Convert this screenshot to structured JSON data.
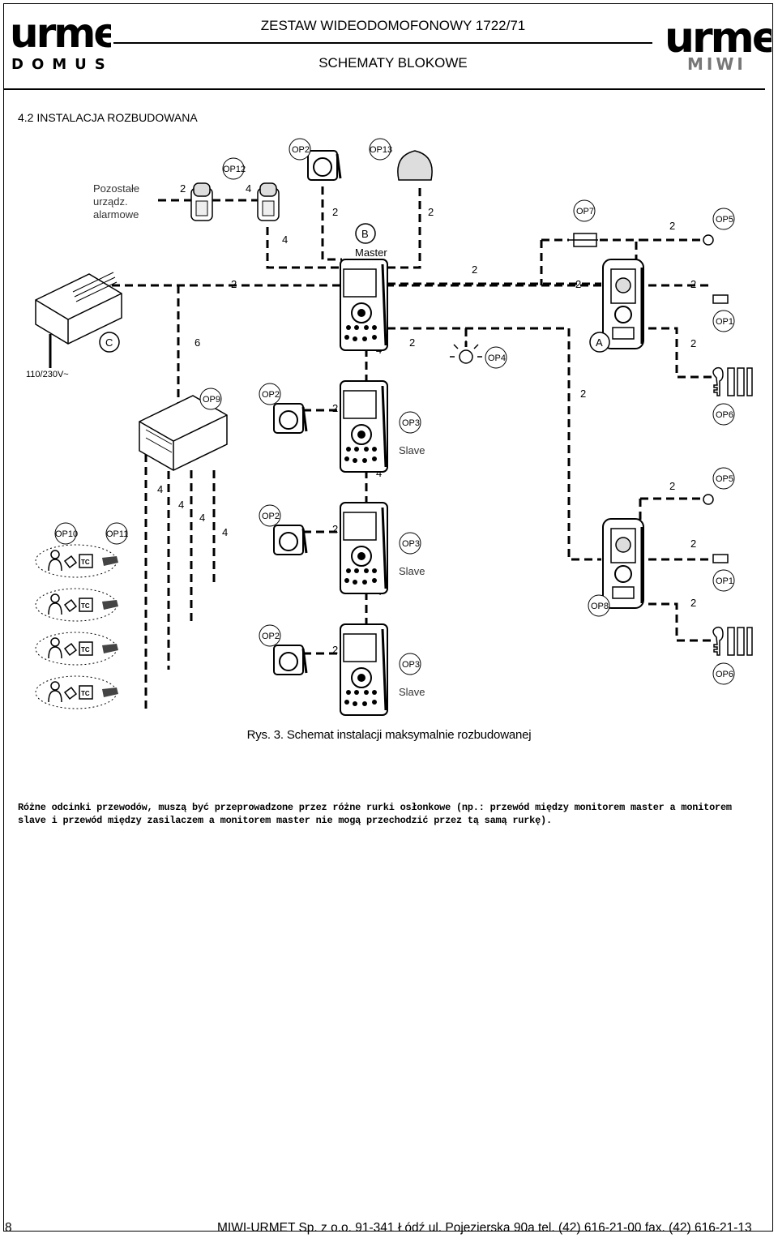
{
  "header": {
    "logo_left": {
      "brand": "urmet",
      "sub": "DOMUS"
    },
    "logo_right": {
      "brand": "urmet",
      "sub": "MIWI"
    },
    "title": "ZESTAW WIDEODOMOFONOWY 1722/71",
    "subtitle": "SCHEMATY BLOKOWE"
  },
  "section_title": "4.2  INSTALACJA ROZBUDOWANA",
  "diagram": {
    "labels": {
      "alarm": [
        "Pozostałe",
        "urządz.",
        "alarmowe"
      ],
      "power": "110/230V~",
      "master": "Master",
      "slave": "Slave",
      "B": "B",
      "C": "C",
      "A": "A"
    },
    "components": [
      "OP2",
      "OP12",
      "OP13",
      "OP7",
      "OP5",
      "OP1",
      "OP4",
      "OP6",
      "OP9",
      "OP3",
      "OP10",
      "OP11",
      "OP8"
    ],
    "wire_counts": [
      "2",
      "4",
      "6"
    ],
    "tc_label": "TC"
  },
  "caption": "Rys. 3. Schemat instalacji maksymalnie rozbudowanej",
  "note": "Różne odcinki przewodów, muszą być przeprowadzone przez różne rurki osłonkowe (np.: przewód między monitorem master a monitorem slave i przewód między zasilaczem a monitorem master nie mogą przechodzić przez tą samą rurkę).",
  "footer": {
    "page_number": "8",
    "company": "MIWI-URMET Sp. z o.o.  91-341 Łódź ul. Pojezierska 90a  tel. (42) 616-21-00  fax. (42) 616-21-13"
  }
}
